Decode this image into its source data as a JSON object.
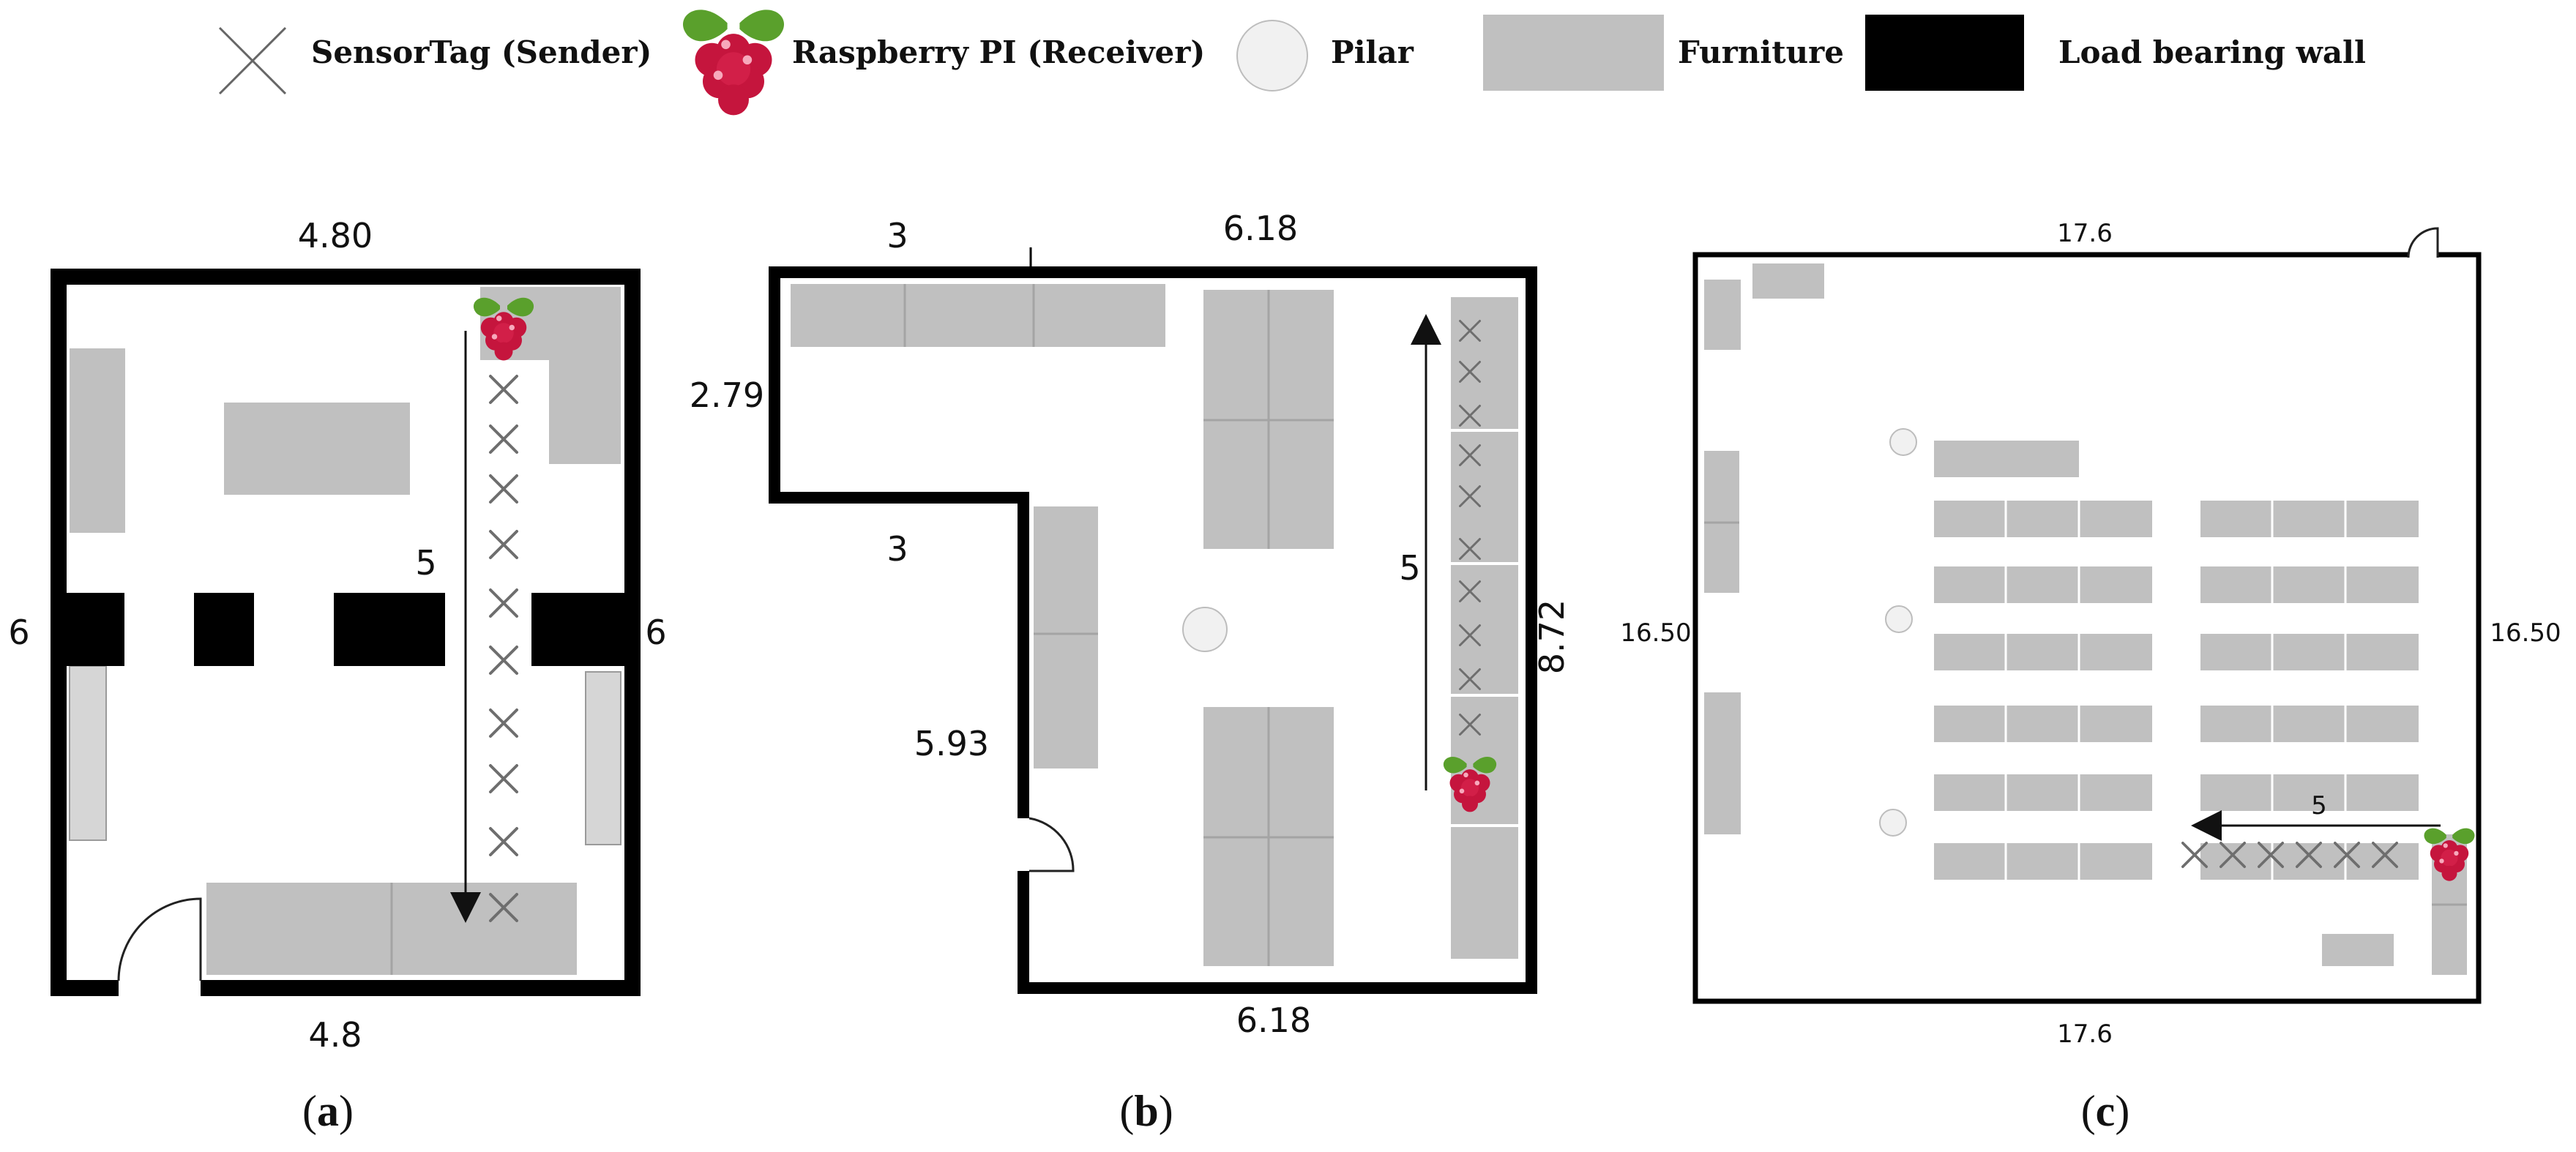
{
  "legend": {
    "sensortag": "SensorTag (Sender)",
    "raspberry": "Raspberry PI (Receiver)",
    "pilar": "Pilar",
    "furniture": "Furniture",
    "wall": "Load bearing wall"
  },
  "colors": {
    "furniture": "#c0c0c0",
    "wall": "#000000",
    "pillar": "#f1f1f1",
    "raspberry_red": "#c5153d",
    "leaf_green": "#5aa02c"
  },
  "panel_a": {
    "caption": "a",
    "top": "4.80",
    "bottom": "4.8",
    "left": "6",
    "right": "6",
    "path_length": "5"
  },
  "panel_b": {
    "caption": "b",
    "top_left": "3",
    "top_right": "6.18",
    "left_upper": "2.79",
    "inner_top": "3",
    "inner_left": "5.93",
    "right": "8.72",
    "bottom": "6.18",
    "path_length": "5"
  },
  "panel_c": {
    "caption": "c",
    "top": "17.6",
    "bottom": "17.6",
    "left": "16.50",
    "right": "16.50",
    "path_length": "5"
  }
}
